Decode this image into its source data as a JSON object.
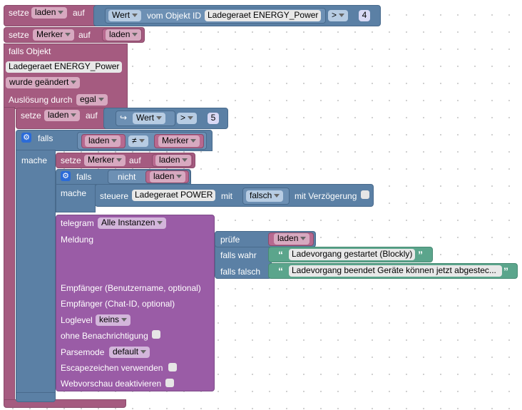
{
  "b1": {
    "setze": "setze",
    "var": "laden",
    "auf": "auf",
    "wert": "Wert",
    "vom": "vom Objekt ID",
    "obj": "Ladegeraet ENERGY_Power",
    "op": ">",
    "num": "4"
  },
  "b2": {
    "setze": "setze",
    "var": "Merker",
    "auf": "auf",
    "val": "laden"
  },
  "trigger": {
    "falls_objekt": "falls Objekt",
    "obj": "Ladegeraet ENERGY_Power",
    "changed": "wurde geändert",
    "ausl": "Auslösung durch",
    "ausl_val": "egal"
  },
  "b3": {
    "setze": "setze",
    "var": "laden",
    "auf": "auf",
    "wert": "Wert",
    "op": ">",
    "num": "5"
  },
  "if1": {
    "falls": "falls",
    "mache": "mache",
    "a": "laden",
    "op": "≠",
    "b": "Merker"
  },
  "b4": {
    "setze": "setze",
    "var": "Merker",
    "auf": "auf",
    "val": "laden"
  },
  "if2": {
    "falls": "falls",
    "nicht": "nicht",
    "var": "laden",
    "mache": "mache"
  },
  "steuere": {
    "label": "steuere",
    "obj": "Ladegeraet POWER",
    "mit": "mit",
    "val": "falsch",
    "delay": "mit Verzögerung"
  },
  "telegram": {
    "label": "telegram",
    "inst": "Alle Instanzen",
    "meldung": "Meldung",
    "pruefe": "prüfe",
    "pruefe_var": "laden",
    "wahr": "falls wahr",
    "wahr_text": "Ladevorgang gestartet (Blockly)",
    "falsch": "falls falsch",
    "falsch_text": "Ladevorgang beendet Geräte können jetzt abgestec...",
    "empf_user": "Empfänger (Benutzername, optional)",
    "empf_chat": "Empfänger (Chat-ID, optional)",
    "loglevel": "Loglevel",
    "loglevel_val": "keins",
    "ohne": "ohne Benachrichtigung",
    "parsemode": "Parsemode",
    "parsemode_val": "default",
    "escape": "Escapezeichen verwenden",
    "webvorschau": "Webvorschau deaktivieren"
  }
}
